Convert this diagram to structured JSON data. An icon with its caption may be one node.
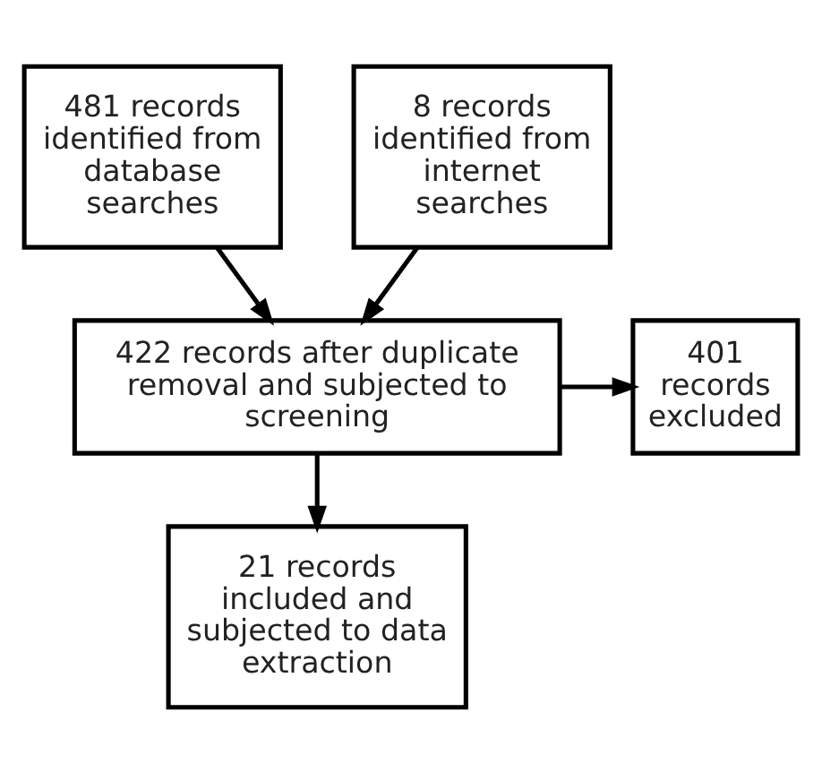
{
  "diagram": {
    "nodes": [
      {
        "text": [
          "481 records identified from database searches"
        ]
      },
      {
        "text": [
          "8 records identified from internet searches"
        ]
      },
      {
        "text": [
          "422 records after duplicate removal and subjected to screening"
        ]
      },
      {
        "text": [
          "401 records excluded"
        ]
      },
      {
        "text": [
          "21 records included and subjected to data extraction"
        ]
      }
    ],
    "edges": [
      {
        "from": 0,
        "to": 2,
        "arrow": "to"
      },
      {
        "from": 1,
        "to": 2,
        "arrow": "to"
      },
      {
        "from": 2,
        "to": 3,
        "arrow": "to"
      },
      {
        "from": 2,
        "to": 4,
        "arrow": "to"
      }
    ]
  }
}
